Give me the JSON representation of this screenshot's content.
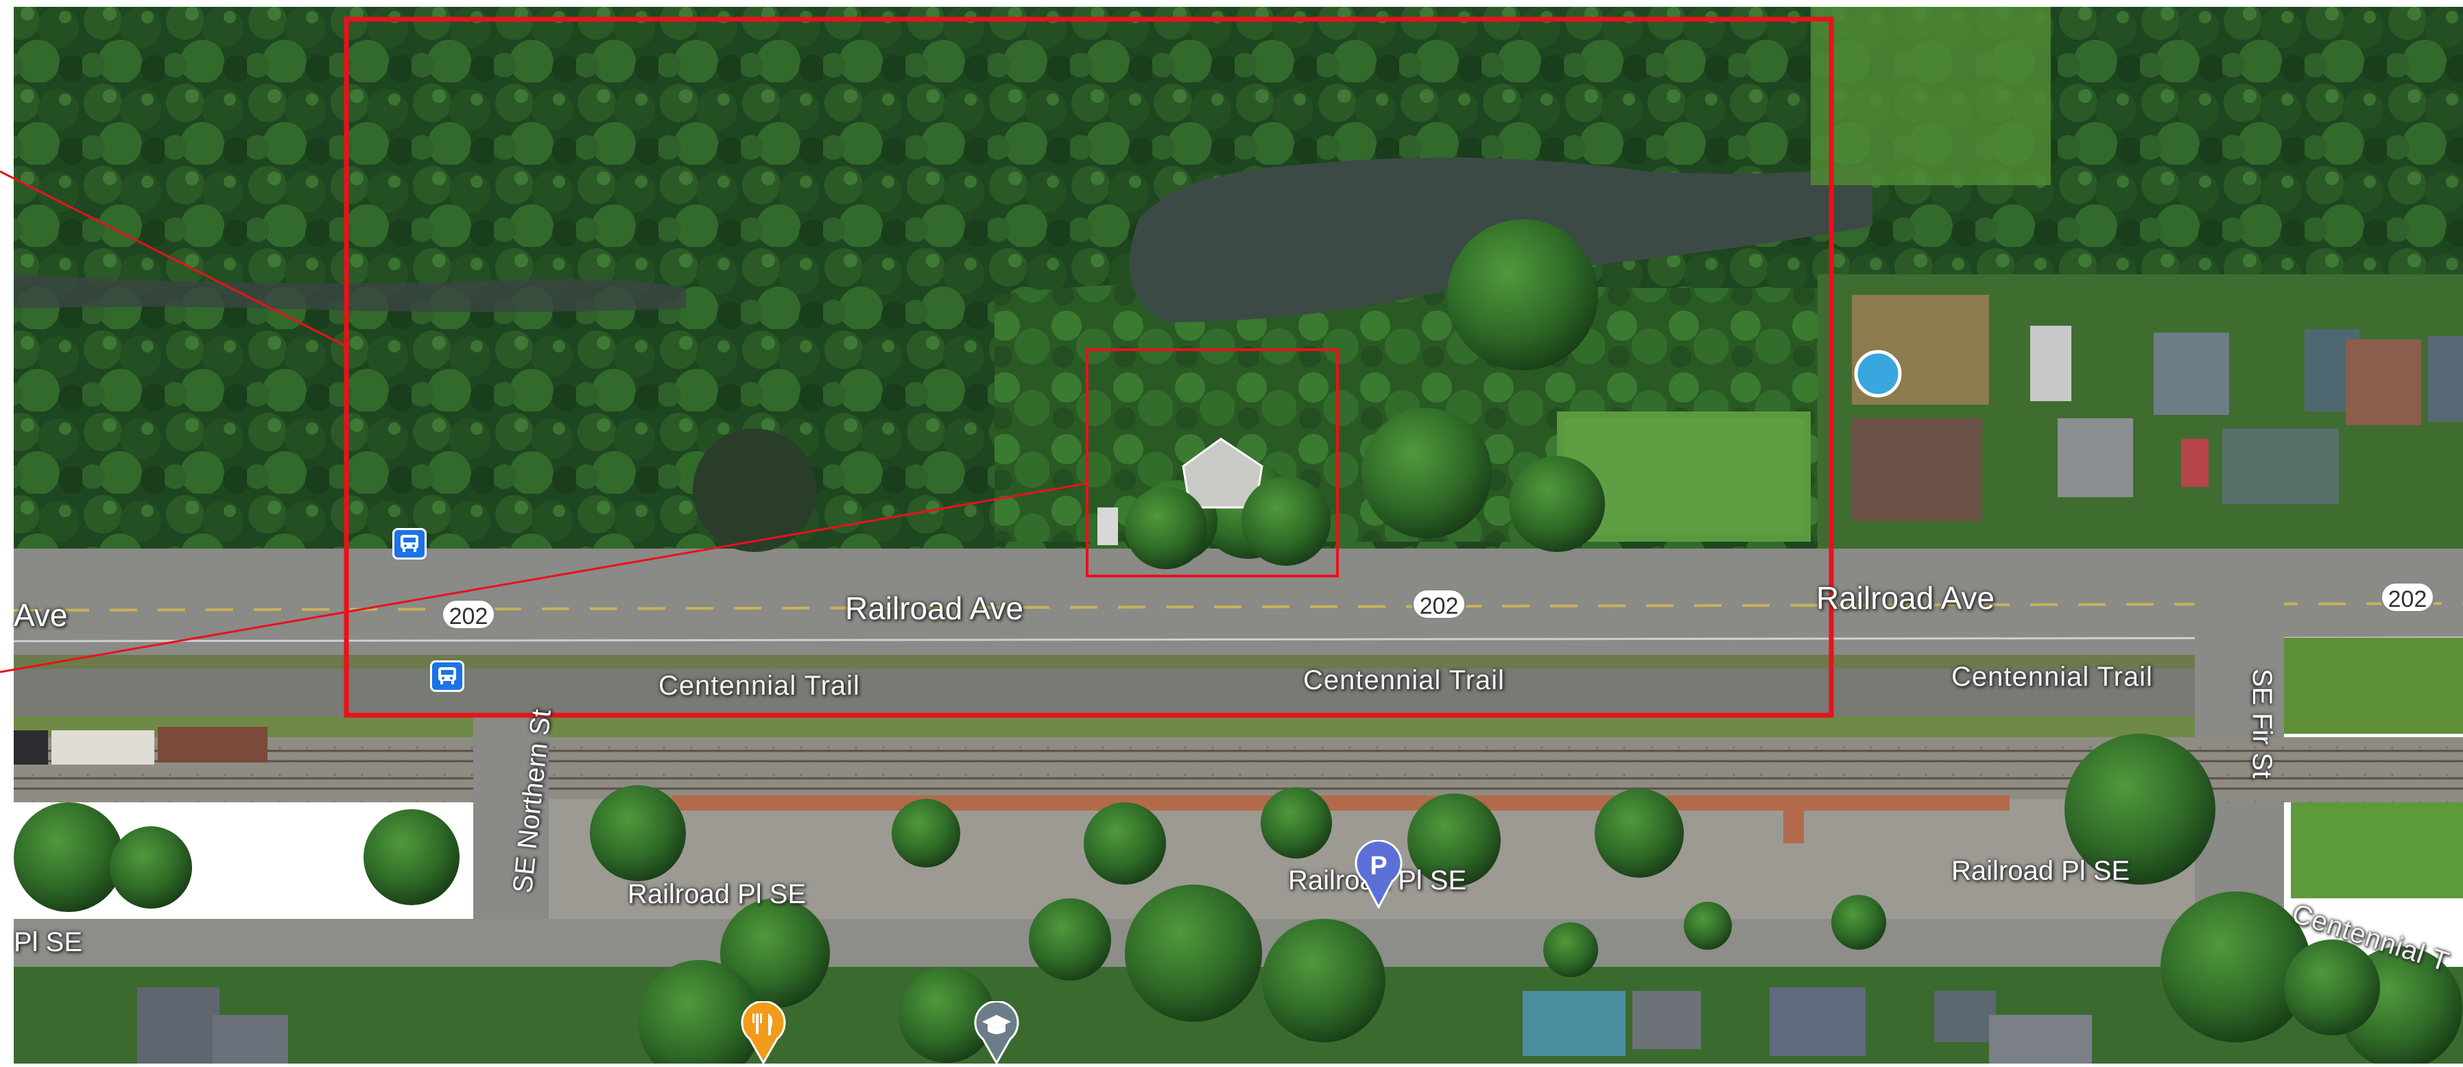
{
  "map": {
    "view": "satellite",
    "colors": {
      "highlight": "#e8121b",
      "road": "#8c8c8a",
      "trail": "#7d7f79",
      "forest": "#1f4a1e",
      "grass": "#4f8d33",
      "water": "#3d4a47",
      "parking": "#9b9a92"
    }
  },
  "labels": {
    "railroad_ave": "Railroad Ave",
    "railroad_ave_left": "Ave",
    "centennial_trail": "Centennial Trail",
    "centennial_trail_right": "Centennial Trail",
    "centennial_trail_edge": "Centennial T",
    "se_northern_st": "SE Northern St",
    "se_fir_st": "SE Fir St",
    "railroad_pl_se_left": "Railroad Pl SE",
    "railroad_pl_se_mid": "Railroad Pl SE",
    "railroad_pl_se_right": "Railroad Pl SE",
    "pl_se_edge": "Pl SE"
  },
  "route_shields": [
    "202",
    "202",
    "202"
  ],
  "icons": {
    "bus_stop": "bus-stop-icon",
    "parking": "parking-pin-icon",
    "parking_letter": "P",
    "restaurant": "restaurant-pin-icon",
    "school": "school-pin-icon"
  },
  "annotations": {
    "outer_box": "highlight rectangle",
    "inner_box": "property highlight rectangle"
  }
}
